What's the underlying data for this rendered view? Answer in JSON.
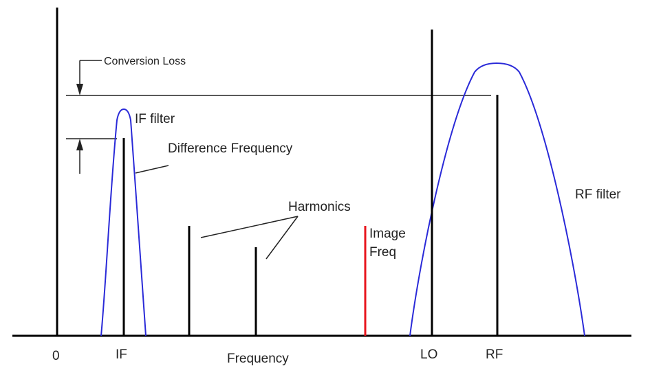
{
  "axis": {
    "tick_labels": {
      "zero": "0",
      "if": "IF",
      "lo": "LO",
      "rf": "RF"
    },
    "xlabel": "Frequency"
  },
  "annotations": {
    "conversion_loss": "Conversion Loss",
    "if_filter": "IF filter",
    "difference_frequency": "Difference Frequency",
    "harmonics": "Harmonics",
    "image_freq_line1": "Image",
    "image_freq_line2": "Freq",
    "rf_filter": "RF filter"
  },
  "colors": {
    "spectral_line": "#000000",
    "image_line": "#e8141c",
    "filter_curve": "#2a2ad8"
  }
}
